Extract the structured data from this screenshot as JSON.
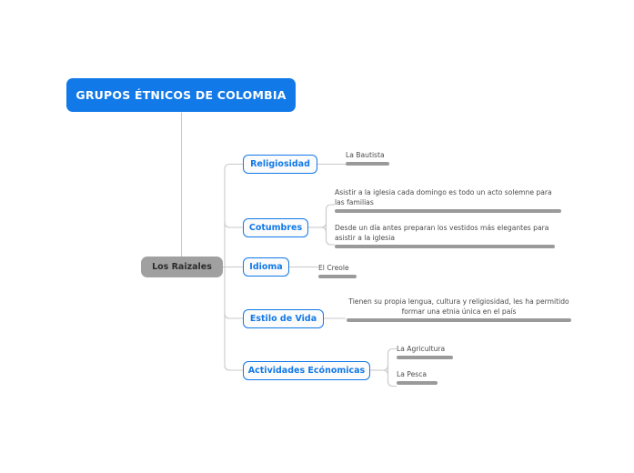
{
  "diagram": {
    "type": "mind-map",
    "background_color": "#ffffff",
    "accent_color": "#1279e8",
    "node_gray": "#a0a0a0",
    "bar_gray": "#9a9a9a",
    "connector_gray": "#c9c9c9",
    "root": {
      "label": "GRUPOS ÉTNICOS DE COLOMBIA"
    },
    "center": {
      "label": "Los Raizales"
    },
    "branches": [
      {
        "label": "Religiosidad",
        "children": [
          {
            "text": "La Bautista"
          }
        ]
      },
      {
        "label": "Cotumbres",
        "children": [
          {
            "text": "Asistir a la iglesia cada domingo es todo un acto solemne para las familias"
          },
          {
            "text": "Desde un día antes preparan los vestidos más elegantes para asistir a la iglesia"
          }
        ]
      },
      {
        "label": "Idioma",
        "children": [
          {
            "text": "El Creole"
          }
        ]
      },
      {
        "label": "Estilo de Vida",
        "children": [
          {
            "text": "Tienen su propia lengua, cultura y religiosidad, les ha permitido formar una etnia única en el país"
          }
        ]
      },
      {
        "label": "Actividades Ecónomicas",
        "children": [
          {
            "text": "La Agricultura"
          },
          {
            "text": "La Pesca"
          }
        ]
      }
    ]
  }
}
